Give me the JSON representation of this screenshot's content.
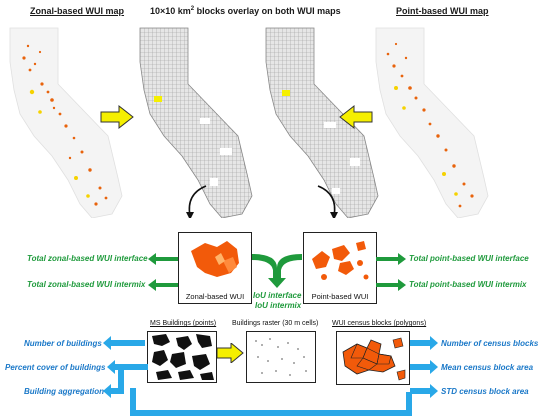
{
  "headers": {
    "zonal_title": "Zonal-based WUI map",
    "blocks_title_prefix": "10×10 km",
    "blocks_title_sup": "2",
    "blocks_title_suffix": " blocks overlay on both WUI maps",
    "point_title": "Point-based WUI map"
  },
  "middle": {
    "zonal_box_caption": "Zonal-based WUI",
    "point_box_caption": "Point-based WUI",
    "iou_interface": "IoU interface",
    "iou_intermix": "IoU intermix"
  },
  "green_labels": {
    "zonal_interface": "Total zonal-based WUI interface",
    "zonal_intermix": "Total zonal-based WUI intermix",
    "point_interface": "Total point-based WUI interface",
    "point_intermix": "Total point-based WUI intermix"
  },
  "bottom_headers": {
    "ms_buildings": "MS Buildings (points)",
    "buildings_raster": "Buildings raster (30 m cells)",
    "census_blocks": "WUI census blocks (polygons)"
  },
  "blue_labels_left": {
    "num_buildings": "Number of buildings",
    "percent_cover": "Percent cover of buildings",
    "aggregation": "Building aggregation"
  },
  "blue_labels_right": {
    "num_census": "Number of census blocks",
    "mean_area": "Mean census block area",
    "std_area": "STD census block area"
  },
  "colors": {
    "green": "#1f9a3c",
    "blue": "#1a78c8",
    "blue_arrow": "#29a8e8",
    "yellow": "#f5ef00",
    "orange": "#f25a0a"
  }
}
